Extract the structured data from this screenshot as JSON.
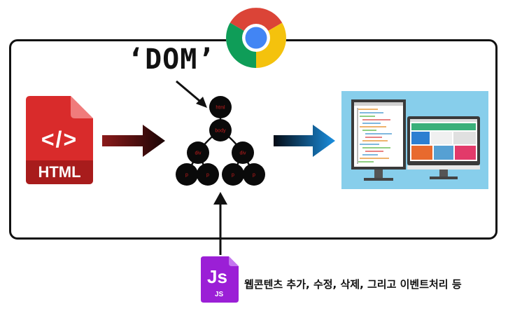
{
  "dom_label": "‘DOM’",
  "html_file": {
    "code_glyph": "</>",
    "label": "HTML"
  },
  "js_badge": {
    "big": "Js",
    "small": "JS"
  },
  "tree_nodes": {
    "root": "html",
    "body": "body",
    "divs": [
      "div",
      "div"
    ],
    "leaves": [
      "p",
      "p",
      "p",
      "p"
    ]
  },
  "caption": "웹콘텐츠 추가, 수정, 삭제, 그리고 이벤트처리 등",
  "colors": {
    "html_red": "#d92b2b",
    "html_dark": "#a81c1c",
    "js_purple": "#9b1fd6",
    "screen_bg": "#87ceeb",
    "arrow_blue": "#1a8fe0",
    "arrow_dark_red": "#6b0f0f"
  }
}
